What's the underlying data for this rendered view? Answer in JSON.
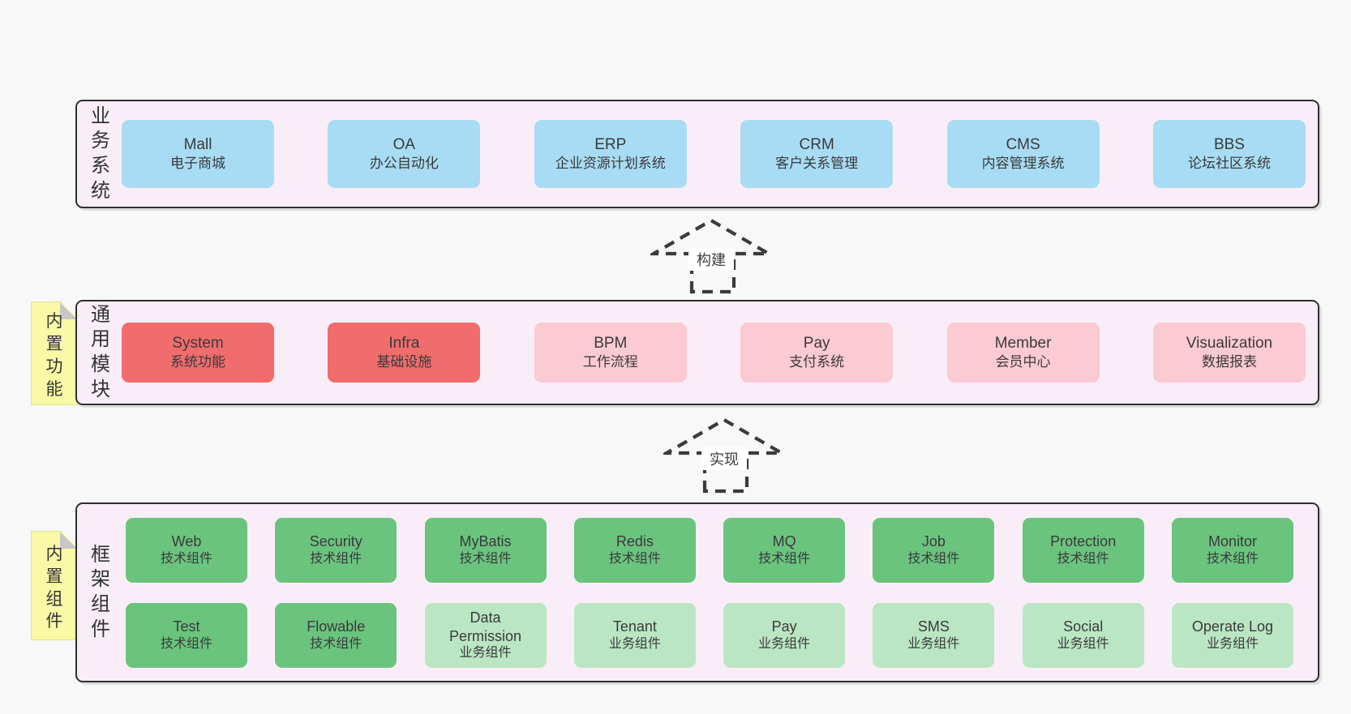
{
  "page": {
    "background": "#f8f8f8"
  },
  "colors": {
    "blue": "#a8dcf4",
    "red": "#f16c6c",
    "pink": "#fbcad3",
    "green": "#6ac47e",
    "light_green": "#bae6c4",
    "band_bg": "#f9eef7",
    "sticky_yellow": "#fafaa6"
  },
  "arrows": [
    {
      "label": "构建"
    },
    {
      "label": "实现"
    }
  ],
  "bands": [
    {
      "name": "business-systems",
      "side_label": "业务系统",
      "sticky": null,
      "rows": [
        [
          {
            "title": "Mall",
            "subtitle": "电子商城",
            "color": "blue"
          },
          {
            "title": "OA",
            "subtitle": "办公自动化",
            "color": "blue"
          },
          {
            "title": "ERP",
            "subtitle": "企业资源计划系统",
            "color": "blue"
          },
          {
            "title": "CRM",
            "subtitle": "客户关系管理",
            "color": "blue"
          },
          {
            "title": "CMS",
            "subtitle": "内容管理系统",
            "color": "blue"
          },
          {
            "title": "BBS",
            "subtitle": "论坛社区系统",
            "color": "blue"
          }
        ]
      ]
    },
    {
      "name": "common-modules",
      "side_label": "通用模块",
      "sticky": "内置功能",
      "rows": [
        [
          {
            "title": "System",
            "subtitle": "系统功能",
            "color": "red"
          },
          {
            "title": "Infra",
            "subtitle": "基础设施",
            "color": "red"
          },
          {
            "title": "BPM",
            "subtitle": "工作流程",
            "color": "pink"
          },
          {
            "title": "Pay",
            "subtitle": "支付系统",
            "color": "pink"
          },
          {
            "title": "Member",
            "subtitle": "会员中心",
            "color": "pink"
          },
          {
            "title": "Visualization",
            "subtitle": "数据报表",
            "color": "pink"
          }
        ]
      ]
    },
    {
      "name": "framework-components",
      "side_label": "框架组件",
      "sticky": "内置组件",
      "rows": [
        [
          {
            "title": "Web",
            "subtitle": "技术组件",
            "color": "green"
          },
          {
            "title": "Security",
            "subtitle": "技术组件",
            "color": "green"
          },
          {
            "title": "MyBatis",
            "subtitle": "技术组件",
            "color": "green"
          },
          {
            "title": "Redis",
            "subtitle": "技术组件",
            "color": "green"
          },
          {
            "title": "MQ",
            "subtitle": "技术组件",
            "color": "green"
          },
          {
            "title": "Job",
            "subtitle": "技术组件",
            "color": "green"
          },
          {
            "title": "Protection",
            "subtitle": "技术组件",
            "color": "green"
          },
          {
            "title": "Monitor",
            "subtitle": "技术组件",
            "color": "green"
          }
        ],
        [
          {
            "title": "Test",
            "subtitle": "技术组件",
            "color": "green"
          },
          {
            "title": "Flowable",
            "subtitle": "技术组件",
            "color": "green"
          },
          {
            "title": "Data Permission",
            "subtitle": "业务组件",
            "color": "light_green"
          },
          {
            "title": "Tenant",
            "subtitle": "业务组件",
            "color": "light_green"
          },
          {
            "title": "Pay",
            "subtitle": "业务组件",
            "color": "light_green"
          },
          {
            "title": "SMS",
            "subtitle": "业务组件",
            "color": "light_green"
          },
          {
            "title": "Social",
            "subtitle": "业务组件",
            "color": "light_green"
          },
          {
            "title": "Operate Log",
            "subtitle": "业务组件",
            "color": "light_green"
          }
        ]
      ]
    }
  ]
}
